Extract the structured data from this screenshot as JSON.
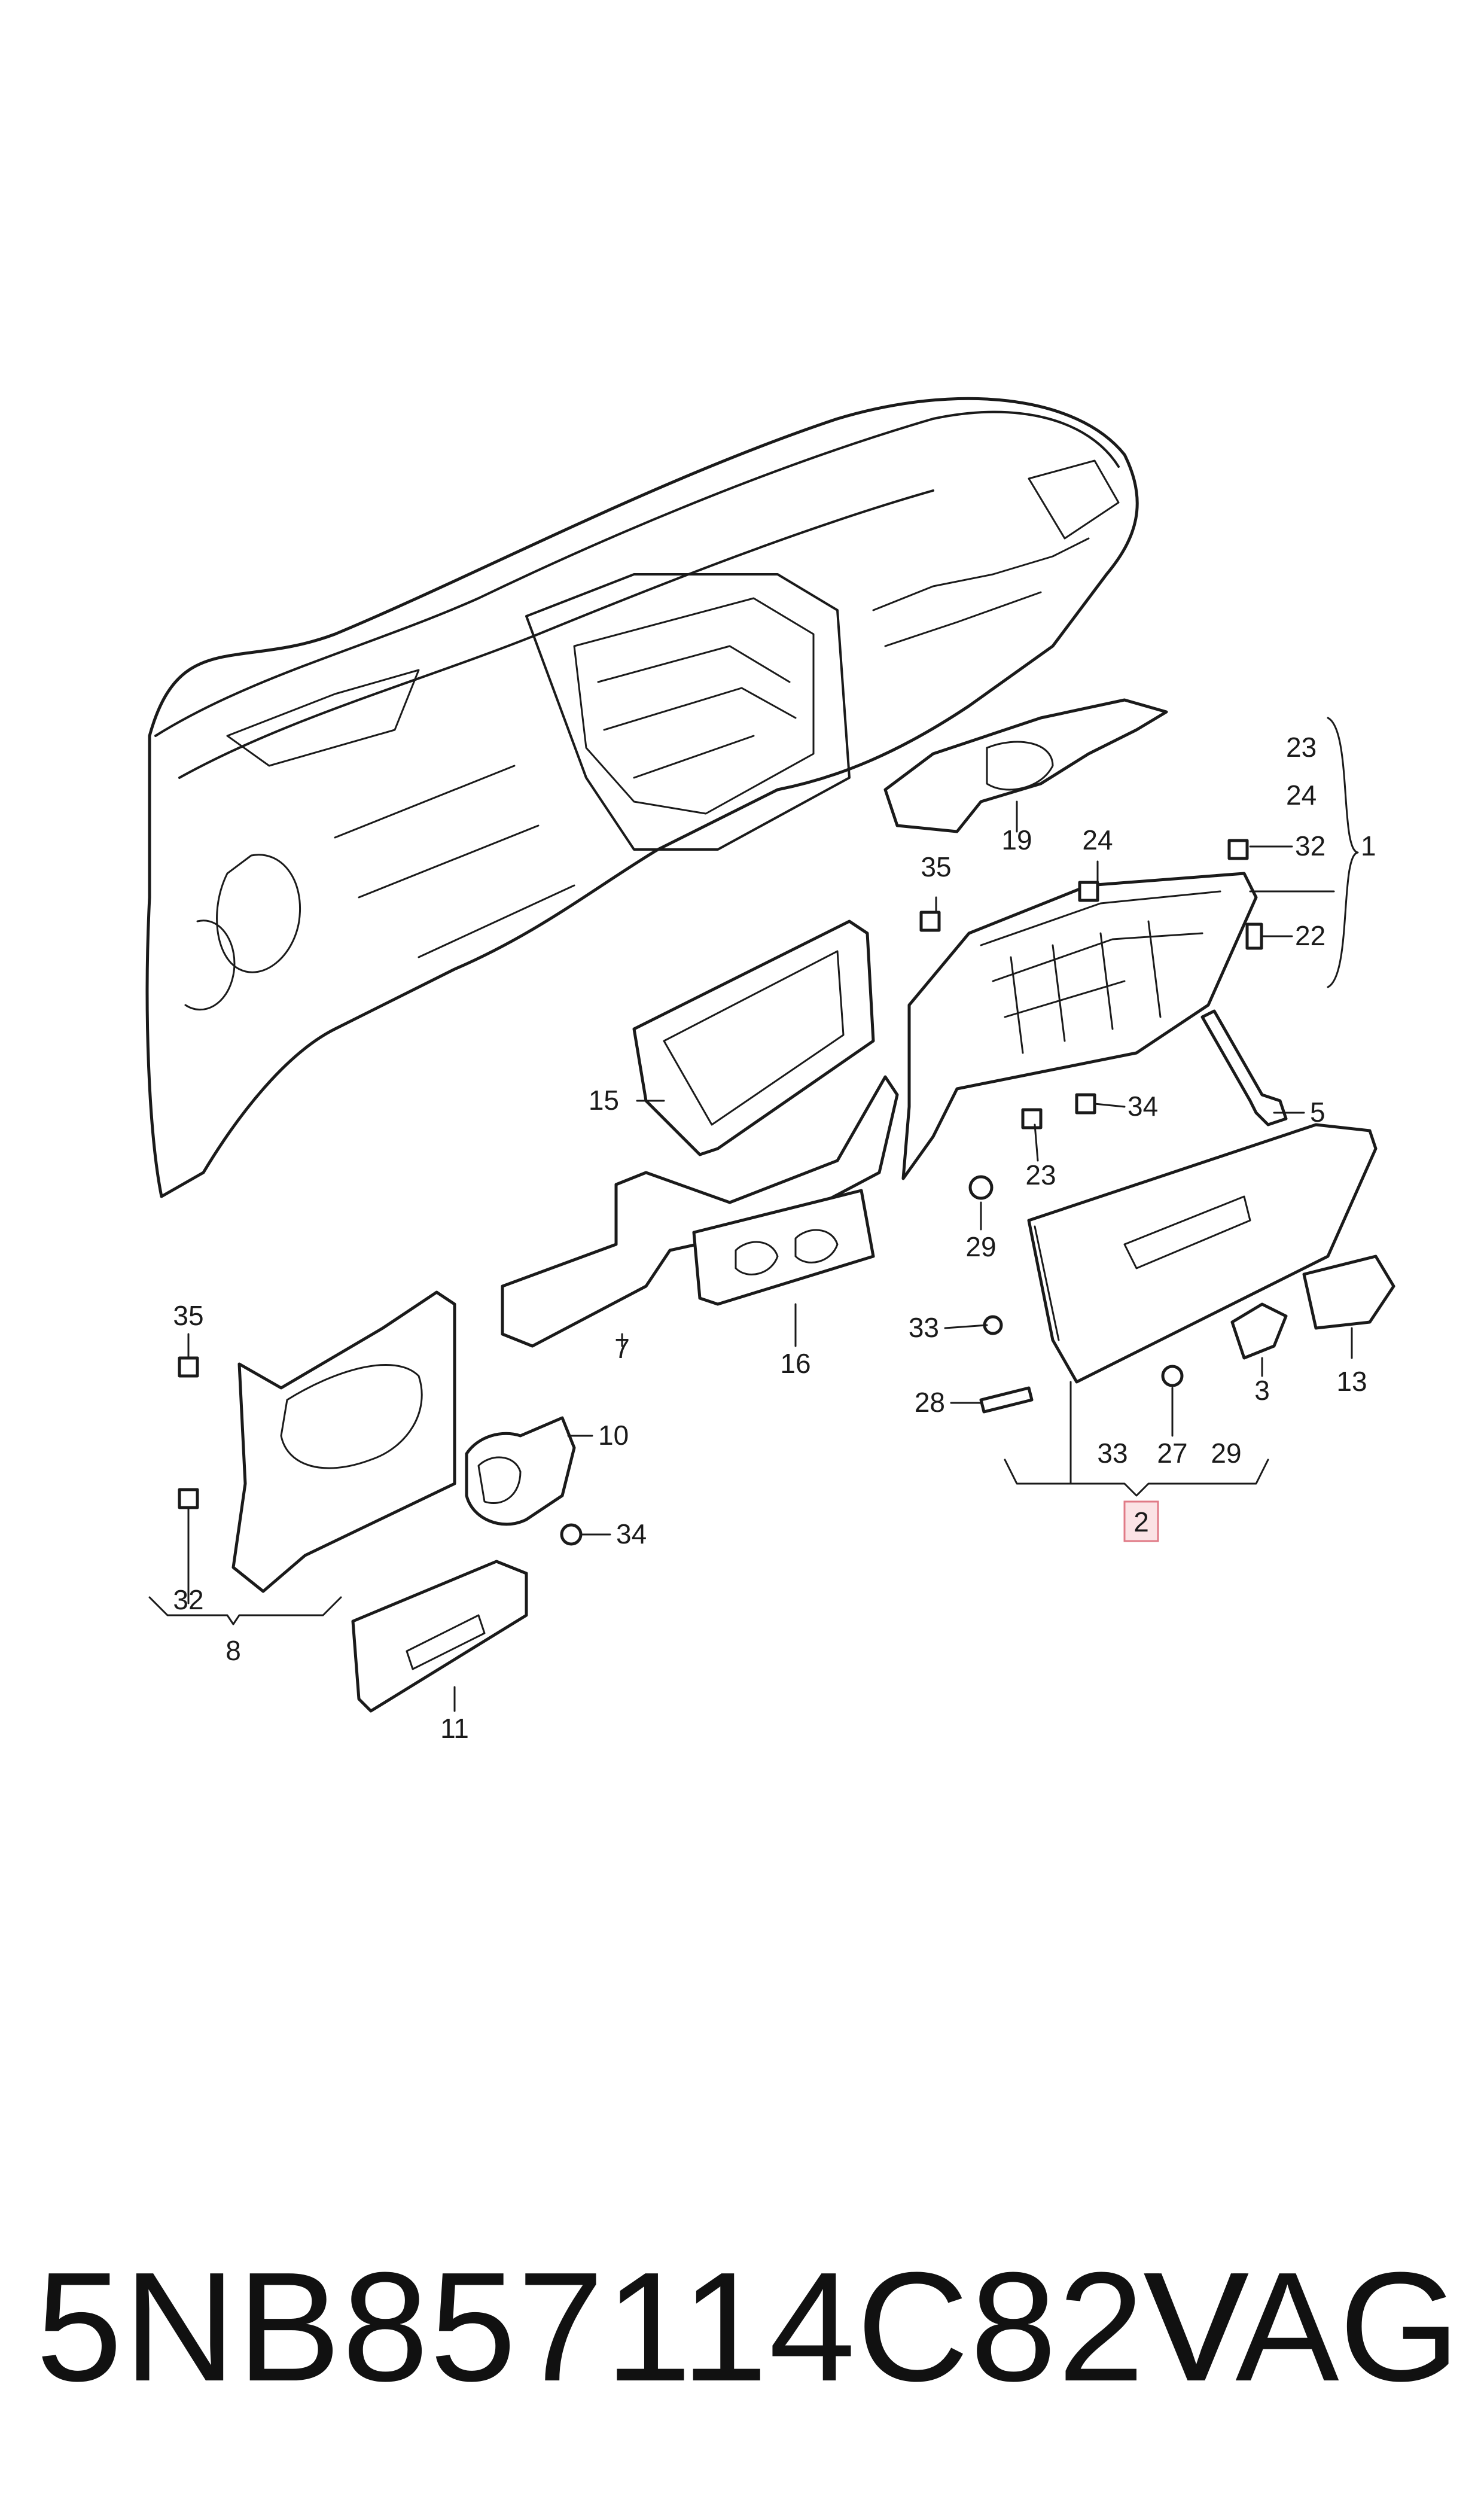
{
  "callouts": [
    {
      "id": "c23a",
      "text": "23"
    },
    {
      "id": "c24a",
      "text": "24"
    },
    {
      "id": "c32a",
      "text": "32"
    },
    {
      "id": "c1",
      "text": "1"
    },
    {
      "id": "c22",
      "text": "22"
    },
    {
      "id": "c19",
      "text": "19"
    },
    {
      "id": "c24b",
      "text": "24"
    },
    {
      "id": "c35a",
      "text": "35"
    },
    {
      "id": "c15",
      "text": "15"
    },
    {
      "id": "c5",
      "text": "5"
    },
    {
      "id": "c34a",
      "text": "34"
    },
    {
      "id": "c23b",
      "text": "23"
    },
    {
      "id": "c29a",
      "text": "29"
    },
    {
      "id": "c33a",
      "text": "33"
    },
    {
      "id": "c3",
      "text": "3"
    },
    {
      "id": "c13",
      "text": "13"
    },
    {
      "id": "c28",
      "text": "28"
    },
    {
      "id": "c27",
      "text": "27"
    },
    {
      "id": "c33b",
      "text": "33"
    },
    {
      "id": "c29b",
      "text": "29"
    },
    {
      "id": "c2",
      "text": "2"
    },
    {
      "id": "c7",
      "text": "7"
    },
    {
      "id": "c16",
      "text": "16"
    },
    {
      "id": "c35b",
      "text": "35"
    },
    {
      "id": "c10",
      "text": "10"
    },
    {
      "id": "c34b",
      "text": "34"
    },
    {
      "id": "c32b",
      "text": "32"
    },
    {
      "id": "c8",
      "text": "8"
    },
    {
      "id": "c11",
      "text": "11"
    }
  ],
  "highlighted_callout": "2",
  "footer": {
    "part_number": "5NB857114C82V",
    "brand": "VAG"
  },
  "colors": {
    "line": "#1a1a1a",
    "highlight_fill": "#fbe3e5",
    "highlight_stroke": "#e07a86"
  }
}
